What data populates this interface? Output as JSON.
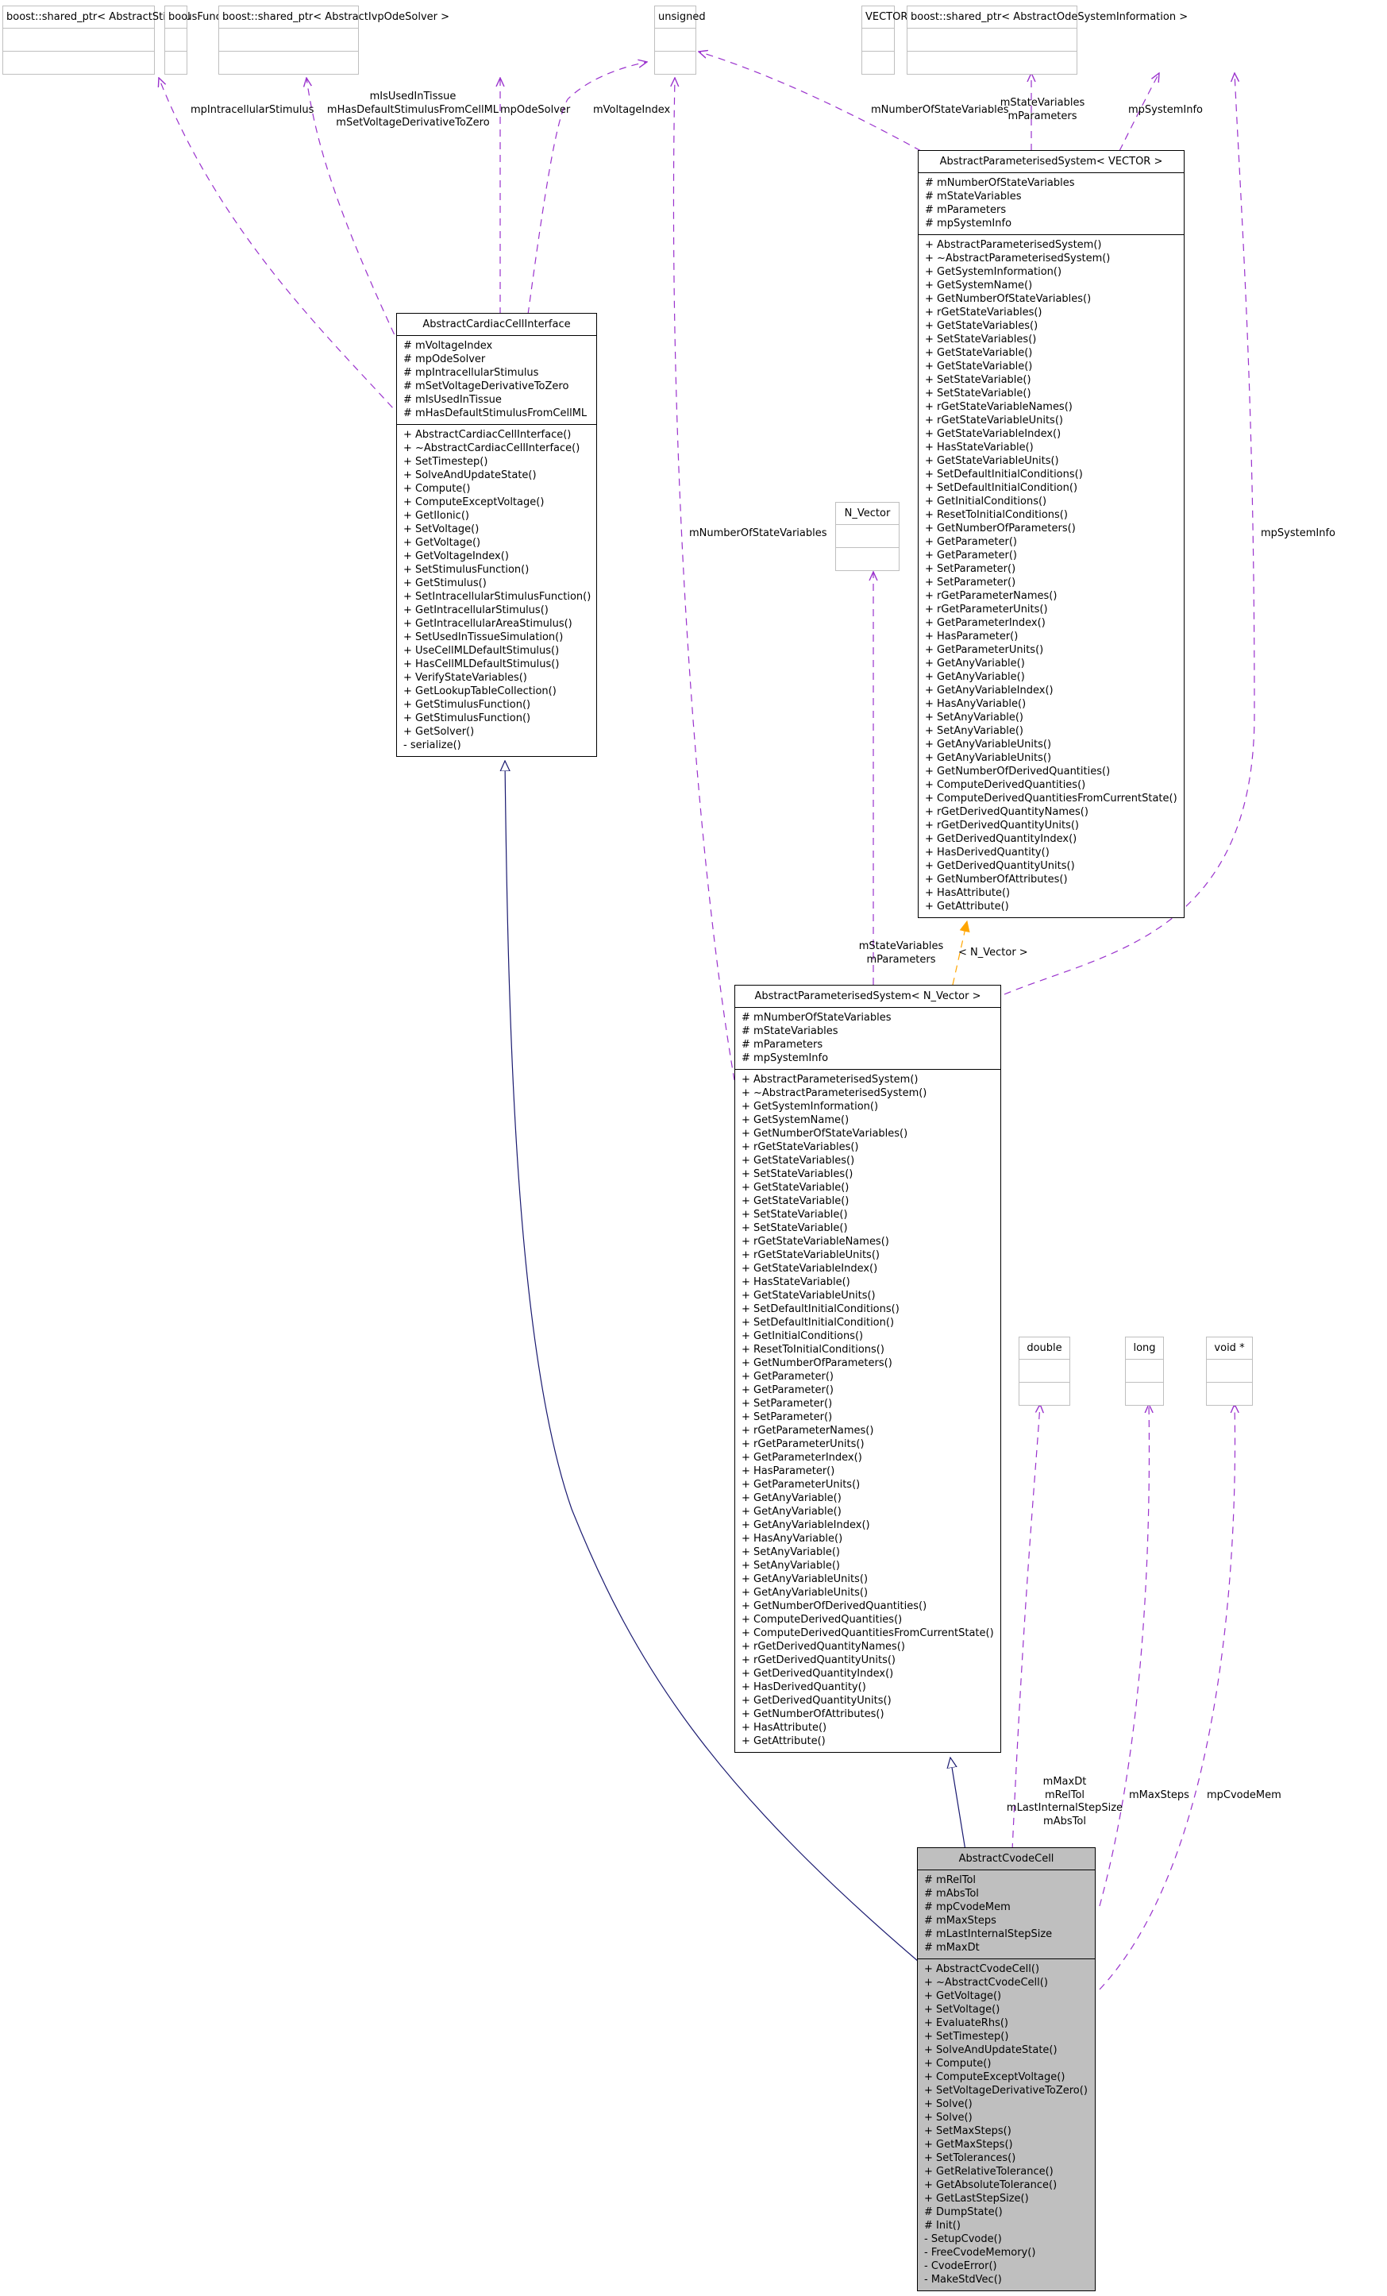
{
  "colors": {
    "association": "#9a32cd",
    "inheritance": "#191970",
    "template": "#ffa500",
    "ghost_border": "#bfbfbf",
    "focus_fill": "#bfbfbf"
  },
  "nodes": {
    "stimulus_ptr": {
      "title": "boost::shared_ptr< AbstractStimulusFunction >",
      "attributes": [],
      "methods": []
    },
    "bool_type": {
      "title": "bool",
      "attributes": [],
      "methods": []
    },
    "solver_ptr": {
      "title": "boost::shared_ptr< AbstractIvpOdeSolver >",
      "attributes": [],
      "methods": []
    },
    "unsigned_type": {
      "title": "unsigned",
      "attributes": [],
      "methods": []
    },
    "vector_type": {
      "title": "VECTOR",
      "attributes": [],
      "methods": []
    },
    "sysinfo_ptr": {
      "title": "boost::shared_ptr< AbstractOdeSystemInformation >",
      "attributes": [],
      "methods": []
    },
    "n_vector_type": {
      "title": "N_Vector",
      "attributes": [],
      "methods": []
    },
    "double_type": {
      "title": "double",
      "attributes": [],
      "methods": []
    },
    "long_type": {
      "title": "long",
      "attributes": [],
      "methods": []
    },
    "voidptr_type": {
      "title": "void *",
      "attributes": [],
      "methods": []
    },
    "cardiac": {
      "title": "AbstractCardiacCellInterface",
      "attributes": [
        "# mVoltageIndex",
        "# mpOdeSolver",
        "# mpIntracellularStimulus",
        "# mSetVoltageDerivativeToZero",
        "# mIsUsedInTissue",
        "# mHasDefaultStimulusFromCellML"
      ],
      "methods": [
        "+ AbstractCardiacCellInterface()",
        "+ ~AbstractCardiacCellInterface()",
        "+ SetTimestep()",
        "+ SolveAndUpdateState()",
        "+ Compute()",
        "+ ComputeExceptVoltage()",
        "+ GetIIonic()",
        "+ SetVoltage()",
        "+ GetVoltage()",
        "+ GetVoltageIndex()",
        "+ SetStimulusFunction()",
        "+ GetStimulus()",
        "+ SetIntracellularStimulusFunction()",
        "+ GetIntracellularStimulus()",
        "+ GetIntracellularAreaStimulus()",
        "+ SetUsedInTissueSimulation()",
        "+ UseCellMLDefaultStimulus()",
        "+ HasCellMLDefaultStimulus()",
        "+ VerifyStateVariables()",
        "+ GetLookupTableCollection()",
        "+ GetStimulusFunction()",
        "+ GetStimulusFunction()",
        "+ GetSolver()",
        "- serialize()"
      ]
    },
    "aps_vector": {
      "title": "AbstractParameterisedSystem< VECTOR >",
      "attributes": [
        "# mNumberOfStateVariables",
        "# mStateVariables",
        "# mParameters",
        "# mpSystemInfo"
      ],
      "methods": [
        "+ AbstractParameterisedSystem()",
        "+ ~AbstractParameterisedSystem()",
        "+ GetSystemInformation()",
        "+ GetSystemName()",
        "+ GetNumberOfStateVariables()",
        "+ rGetStateVariables()",
        "+ GetStateVariables()",
        "+ SetStateVariables()",
        "+ GetStateVariable()",
        "+ GetStateVariable()",
        "+ SetStateVariable()",
        "+ SetStateVariable()",
        "+ rGetStateVariableNames()",
        "+ rGetStateVariableUnits()",
        "+ GetStateVariableIndex()",
        "+ HasStateVariable()",
        "+ GetStateVariableUnits()",
        "+ SetDefaultInitialConditions()",
        "+ SetDefaultInitialCondition()",
        "+ GetInitialConditions()",
        "+ ResetToInitialConditions()",
        "+ GetNumberOfParameters()",
        "+ GetParameter()",
        "+ GetParameter()",
        "+ SetParameter()",
        "+ SetParameter()",
        "+ rGetParameterNames()",
        "+ rGetParameterUnits()",
        "+ GetParameterIndex()",
        "+ HasParameter()",
        "+ GetParameterUnits()",
        "+ GetAnyVariable()",
        "+ GetAnyVariable()",
        "+ GetAnyVariableIndex()",
        "+ HasAnyVariable()",
        "+ SetAnyVariable()",
        "+ SetAnyVariable()",
        "+ GetAnyVariableUnits()",
        "+ GetAnyVariableUnits()",
        "+ GetNumberOfDerivedQuantities()",
        "+ ComputeDerivedQuantities()",
        "+ ComputeDerivedQuantitiesFromCurrentState()",
        "+ rGetDerivedQuantityNames()",
        "+ rGetDerivedQuantityUnits()",
        "+ GetDerivedQuantityIndex()",
        "+ HasDerivedQuantity()",
        "+ GetDerivedQuantityUnits()",
        "+ GetNumberOfAttributes()",
        "+ HasAttribute()",
        "+ GetAttribute()"
      ]
    },
    "aps_nvector": {
      "title": "AbstractParameterisedSystem< N_Vector >",
      "attributes": [
        "# mNumberOfStateVariables",
        "# mStateVariables",
        "# mParameters",
        "# mpSystemInfo"
      ],
      "methods": [
        "+ AbstractParameterisedSystem()",
        "+ ~AbstractParameterisedSystem()",
        "+ GetSystemInformation()",
        "+ GetSystemName()",
        "+ GetNumberOfStateVariables()",
        "+ rGetStateVariables()",
        "+ GetStateVariables()",
        "+ SetStateVariables()",
        "+ GetStateVariable()",
        "+ GetStateVariable()",
        "+ SetStateVariable()",
        "+ SetStateVariable()",
        "+ rGetStateVariableNames()",
        "+ rGetStateVariableUnits()",
        "+ GetStateVariableIndex()",
        "+ HasStateVariable()",
        "+ GetStateVariableUnits()",
        "+ SetDefaultInitialConditions()",
        "+ SetDefaultInitialCondition()",
        "+ GetInitialConditions()",
        "+ ResetToInitialConditions()",
        "+ GetNumberOfParameters()",
        "+ GetParameter()",
        "+ GetParameter()",
        "+ SetParameter()",
        "+ SetParameter()",
        "+ rGetParameterNames()",
        "+ rGetParameterUnits()",
        "+ GetParameterIndex()",
        "+ HasParameter()",
        "+ GetParameterUnits()",
        "+ GetAnyVariable()",
        "+ GetAnyVariable()",
        "+ GetAnyVariableIndex()",
        "+ HasAnyVariable()",
        "+ SetAnyVariable()",
        "+ SetAnyVariable()",
        "+ GetAnyVariableUnits()",
        "+ GetAnyVariableUnits()",
        "+ GetNumberOfDerivedQuantities()",
        "+ ComputeDerivedQuantities()",
        "+ ComputeDerivedQuantitiesFromCurrentState()",
        "+ rGetDerivedQuantityNames()",
        "+ rGetDerivedQuantityUnits()",
        "+ GetDerivedQuantityIndex()",
        "+ HasDerivedQuantity()",
        "+ GetDerivedQuantityUnits()",
        "+ GetNumberOfAttributes()",
        "+ HasAttribute()",
        "+ GetAttribute()"
      ]
    },
    "cvode": {
      "title": "AbstractCvodeCell",
      "attributes": [
        "# mRelTol",
        "# mAbsTol",
        "# mpCvodeMem",
        "# mMaxSteps",
        "# mLastInternalStepSize",
        "# mMaxDt"
      ],
      "methods": [
        "+ AbstractCvodeCell()",
        "+ ~AbstractCvodeCell()",
        "+ GetVoltage()",
        "+ SetVoltage()",
        "+ EvaluateRhs()",
        "+ SetTimestep()",
        "+ SolveAndUpdateState()",
        "+ Compute()",
        "+ ComputeExceptVoltage()",
        "+ SetVoltageDerivativeToZero()",
        "+ Solve()",
        "+ Solve()",
        "+ SetMaxSteps()",
        "+ GetMaxSteps()",
        "+ SetTolerances()",
        "+ GetRelativeTolerance()",
        "+ GetAbsoluteTolerance()",
        "+ GetLastStepSize()",
        "# DumpState()",
        "# Init()",
        "- SetupCvode()",
        "- FreeCvodeMemory()",
        "- CvodeError()",
        "- MakeStdVec()"
      ]
    }
  },
  "edge_labels": {
    "mp_intracellular_stimulus": "mpIntracellularStimulus",
    "bool_members": [
      "mIsUsedInTissue",
      "mHasDefaultStimulusFromCellML",
      "mSetVoltageDerivativeToZero"
    ],
    "mp_ode_solver": "mpOdeSolver",
    "m_voltage_index": "mVoltageIndex",
    "m_number_of_state_variables_top": "mNumberOfStateVariables",
    "vector_members": [
      "mStateVariables",
      "mParameters"
    ],
    "mp_system_info_top": "mpSystemInfo",
    "m_number_of_state_variables_mid": "mNumberOfStateVariables",
    "mp_system_info_right": "mpSystemInfo",
    "nvector_members": [
      "mStateVariables",
      "mParameters"
    ],
    "template_arg": "< N_Vector >",
    "double_members": [
      "mMaxDt",
      "mRelTol",
      "mLastInternalStepSize",
      "mAbsTol"
    ],
    "m_max_steps": "mMaxSteps",
    "mp_cvode_mem": "mpCvodeMem"
  }
}
